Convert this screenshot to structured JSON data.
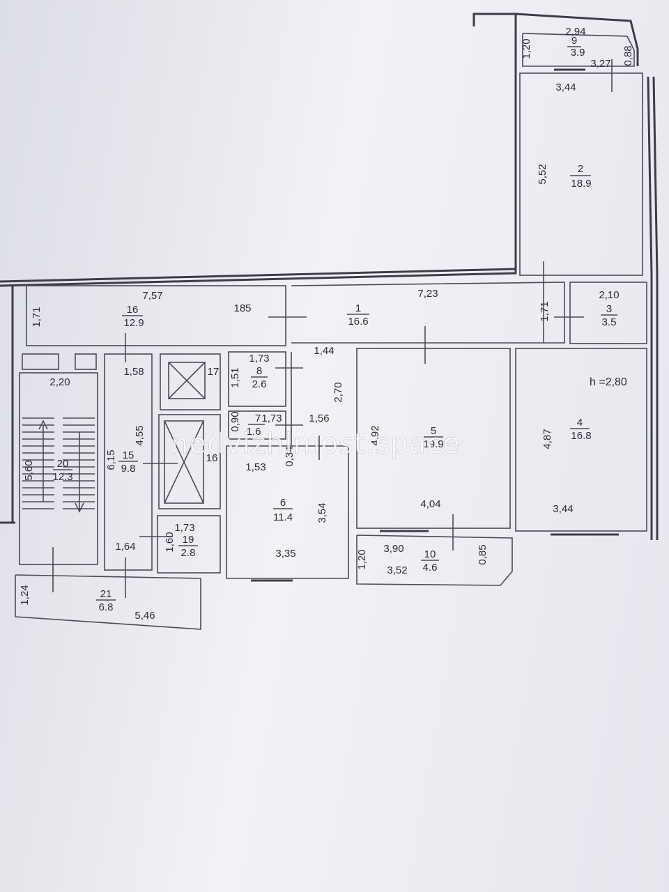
{
  "watermark": "nedvizhimost.space",
  "ceiling_height": "h =2,80",
  "rooms": [
    {
      "id": "r9",
      "number": "9",
      "area": "3.9"
    },
    {
      "id": "r2",
      "number": "2",
      "area": "18.9"
    },
    {
      "id": "r16",
      "number": "16",
      "area": "12.9"
    },
    {
      "id": "r1",
      "number": "1",
      "area": "16.6"
    },
    {
      "id": "r3",
      "number": "3",
      "area": "3.5"
    },
    {
      "id": "r8",
      "number": "8",
      "area": "2.6"
    },
    {
      "id": "r7",
      "number": "7",
      "area": "1.6"
    },
    {
      "id": "r5",
      "number": "5",
      "area": "19.9"
    },
    {
      "id": "r4",
      "number": "4",
      "area": "16.8"
    },
    {
      "id": "r20",
      "number": "20",
      "area": "12.3"
    },
    {
      "id": "r15",
      "number": "15",
      "area": "9.8"
    },
    {
      "id": "r6",
      "number": "6",
      "area": "11.4"
    },
    {
      "id": "r19",
      "number": "19",
      "area": "2.8"
    },
    {
      "id": "r10",
      "number": "10",
      "area": "4.6"
    },
    {
      "id": "r21",
      "number": "21",
      "area": "6.8"
    },
    {
      "id": "r17",
      "number": "17"
    },
    {
      "id": "r16b",
      "number": "16"
    }
  ],
  "dimensions": [
    "2,94",
    "1,20",
    "3,27",
    "0,88",
    "3,44",
    "5,52",
    "7,57",
    "185",
    "1,71",
    "7,23",
    "1,71",
    "2,10",
    "1,44",
    "1,58",
    "1,73",
    "1,51",
    "2,20",
    "2,70",
    "1,73",
    "0,90",
    "1,56",
    "4,55",
    "6,15",
    "5,60",
    "4,92",
    "4,87",
    "1,53",
    "0,34",
    "4,04",
    "3,44",
    "3,54",
    "1,73",
    "1,60",
    "1,64",
    "3,35",
    "1,20",
    "3,90",
    "3,52",
    "0,85",
    "1,24",
    "5,46"
  ]
}
